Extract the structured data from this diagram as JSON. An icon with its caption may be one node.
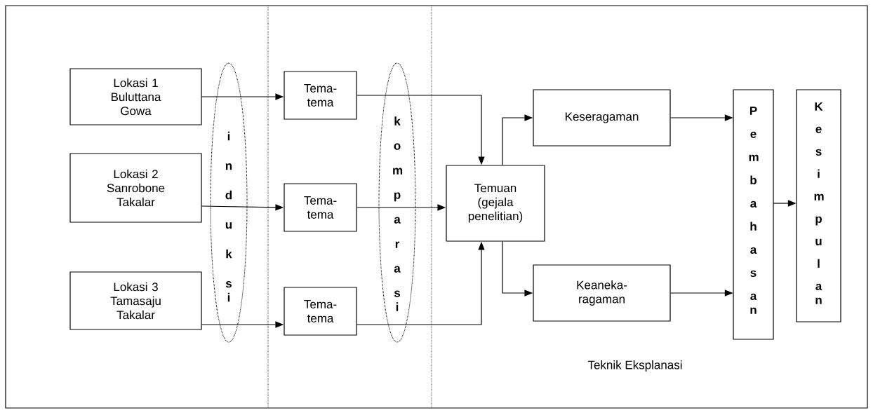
{
  "diagram": {
    "nodes": [
      {
        "text": [
          "Lokasi 1 Buluttana Gowa"
        ]
      },
      {
        "text": [
          "Lokasi 2 Sanrobone Takalar"
        ]
      },
      {
        "text": [
          "Lokasi 3 Tamasaju Takalar"
        ]
      },
      {
        "text": [
          "Tema-tema"
        ]
      },
      {
        "text": [
          "Tema-tema"
        ]
      },
      {
        "text": [
          "Tema-tema"
        ]
      },
      {
        "text": [
          "Temuan (gejala penelitian)"
        ]
      },
      {
        "text": [
          "Keseragaman"
        ]
      },
      {
        "text": [
          "Keaneka-ragaman"
        ]
      },
      {
        "text": [
          "Pembahasan"
        ]
      },
      {
        "text": [
          "Kesimpulan"
        ]
      }
    ],
    "edges": [
      {
        "from": 0,
        "to": 3,
        "arrow": "to"
      },
      {
        "from": 1,
        "to": 4,
        "arrow": "to"
      },
      {
        "from": 2,
        "to": 5,
        "arrow": "to"
      },
      {
        "from": 3,
        "to": 6,
        "arrow": "to"
      },
      {
        "from": 4,
        "to": 6,
        "arrow": "to"
      },
      {
        "from": 5,
        "to": 6,
        "arrow": "to"
      },
      {
        "from": 6,
        "to": 7,
        "arrow": "to"
      },
      {
        "from": 6,
        "to": 8,
        "arrow": "to"
      },
      {
        "from": 7,
        "to": 9,
        "arrow": "to"
      },
      {
        "from": 8,
        "to": 9,
        "arrow": "to"
      },
      {
        "from": 9,
        "to": 10,
        "arrow": "to"
      }
    ],
    "labels": [
      "induksi",
      "komparasi",
      "Teknik Eksplanasi"
    ]
  }
}
